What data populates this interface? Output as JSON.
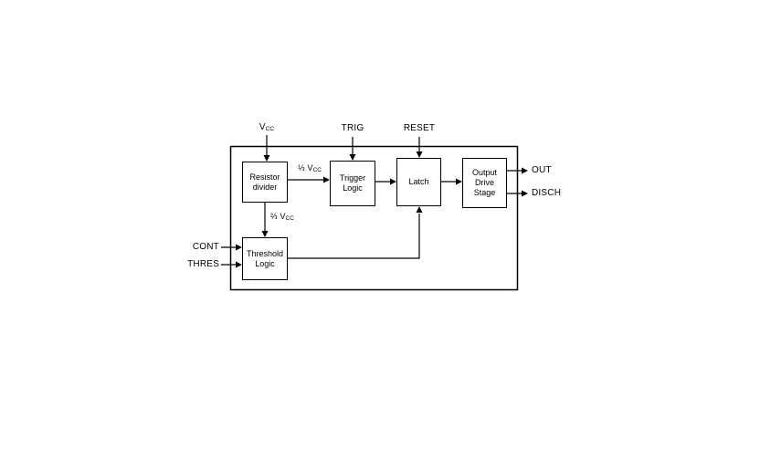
{
  "canvas": {
    "background": "#ffffff",
    "line_color": "#000000"
  },
  "blocks": {
    "resistor_divider": "Resistor\ndivider",
    "trigger_logic": "Trigger\nLogic",
    "latch": "Latch",
    "output_drive_stage": "Output\nDrive\nStage",
    "threshold_logic": "Threshold\nLogic"
  },
  "pins": {
    "vcc": {
      "main": "V",
      "sub": "CC"
    },
    "trig": "TRIG",
    "reset": "RESET",
    "out": "OUT",
    "disch": "DISCH",
    "cont": "CONT",
    "thres": "THRES"
  },
  "nets": {
    "one_third_vcc": {
      "frac": "⅓",
      "main": "V",
      "sub": "CC"
    },
    "two_thirds_vcc": {
      "frac": "⅔",
      "main": "V",
      "sub": "CC"
    }
  }
}
